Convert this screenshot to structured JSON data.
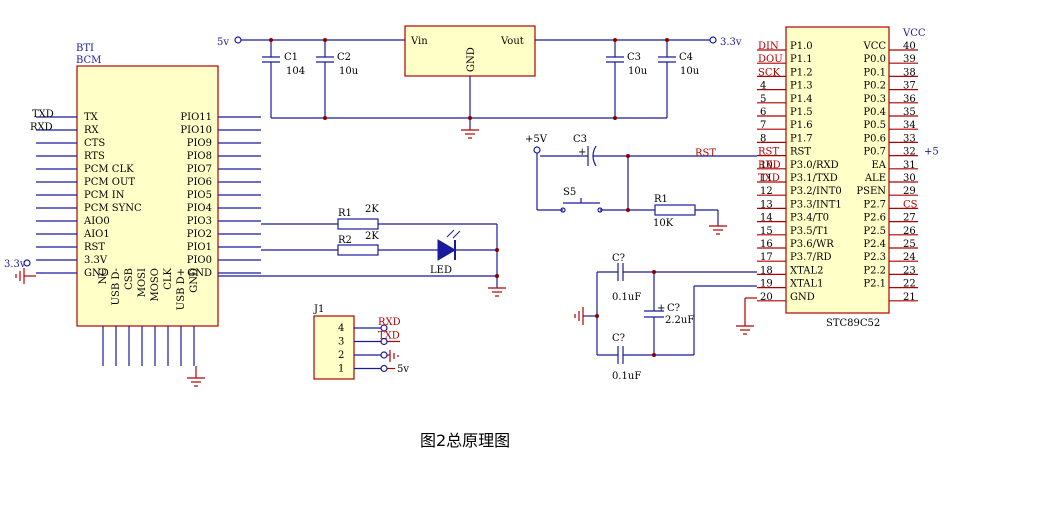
{
  "bt": {
    "ref": "BTI",
    "name": "BCM",
    "left_pins": [
      "TX",
      "RX",
      "CTS",
      "RTS",
      "PCM CLK",
      "PCM OUT",
      "PCM IN",
      "PCM SYNC",
      "AIO0",
      "AIO1",
      "RST",
      "3.3V",
      "GND"
    ],
    "right_pins": [
      "PIO11",
      "PIO10",
      "PIO9",
      "PIO8",
      "PIO7",
      "PIO6",
      "PIO5",
      "PIO4",
      "PIO3",
      "PIO2",
      "PIO1",
      "PIO0",
      "GND"
    ],
    "bottom_pins": [
      "NC",
      "USB D-",
      "CSB",
      "MOSI",
      "MOSO",
      "CLK",
      "USB D+",
      "GND"
    ],
    "ext_txd": "TXD",
    "ext_rxd": "RXD",
    "supply": "3.3v"
  },
  "power": {
    "in_label": "5v",
    "out_label": "3.3v",
    "reg_vin": "Vin",
    "reg_vout": "Vout",
    "reg_gnd": "GND",
    "c1_ref": "C1",
    "c1_val": "104",
    "c2_ref": "C2",
    "c2_val": "10u",
    "c3_ref": "C3",
    "c3_val": "10u",
    "c4_ref": "C4",
    "c4_val": "10u"
  },
  "mcu": {
    "name": "STC89C52",
    "vcc_label": "VCC",
    "left_pins": [
      {
        "ext": "DIN",
        "num": "",
        "name": "P1.0"
      },
      {
        "ext": "DOU",
        "num": "",
        "name": "P1.1"
      },
      {
        "ext": "SCK",
        "num": "",
        "name": "P1.2"
      },
      {
        "ext": "",
        "num": "4",
        "name": "P1.3"
      },
      {
        "ext": "",
        "num": "5",
        "name": "P1.4"
      },
      {
        "ext": "",
        "num": "6",
        "name": "P1.5"
      },
      {
        "ext": "",
        "num": "7",
        "name": "P1.6"
      },
      {
        "ext": "",
        "num": "8",
        "name": "P1.7"
      },
      {
        "ext": "RST",
        "num": "",
        "name": "RST"
      },
      {
        "ext": "RXD",
        "num": "10",
        "name": "P3.0/RXD"
      },
      {
        "ext": "TXD",
        "num": "11",
        "name": "P3.1/TXD"
      },
      {
        "ext": "",
        "num": "12",
        "name": "P3.2/INT0"
      },
      {
        "ext": "",
        "num": "13",
        "name": "P3.3/INT1"
      },
      {
        "ext": "",
        "num": "14",
        "name": "P3.4/T0"
      },
      {
        "ext": "",
        "num": "15",
        "name": "P3.5/T1"
      },
      {
        "ext": "",
        "num": "16",
        "name": "P3.6/WR"
      },
      {
        "ext": "",
        "num": "17",
        "name": "P3.7/RD"
      },
      {
        "ext": "",
        "num": "18",
        "name": "XTAL2"
      },
      {
        "ext": "",
        "num": "19",
        "name": "XTAL1"
      },
      {
        "ext": "",
        "num": "20",
        "name": "GND"
      }
    ],
    "right_pins": [
      {
        "name": "VCC",
        "num": "40",
        "ext": ""
      },
      {
        "name": "P0.0",
        "num": "39",
        "ext": ""
      },
      {
        "name": "P0.1",
        "num": "38",
        "ext": ""
      },
      {
        "name": "P0.2",
        "num": "37",
        "ext": ""
      },
      {
        "name": "P0.3",
        "num": "36",
        "ext": ""
      },
      {
        "name": "P0.4",
        "num": "35",
        "ext": ""
      },
      {
        "name": "P0.5",
        "num": "34",
        "ext": ""
      },
      {
        "name": "P0.6",
        "num": "33",
        "ext": ""
      },
      {
        "name": "P0.7",
        "num": "32",
        "ext": "+5"
      },
      {
        "name": "EA",
        "num": "31",
        "ext": ""
      },
      {
        "name": "ALE",
        "num": "30",
        "ext": ""
      },
      {
        "name": "PSEN",
        "num": "29",
        "ext": ""
      },
      {
        "name": "P2.7",
        "num": "",
        "ext": "CS"
      },
      {
        "name": "P2.6",
        "num": "27",
        "ext": ""
      },
      {
        "name": "P2.5",
        "num": "26",
        "ext": ""
      },
      {
        "name": "P2.4",
        "num": "25",
        "ext": ""
      },
      {
        "name": "P2.3",
        "num": "24",
        "ext": ""
      },
      {
        "name": "P2.2",
        "num": "23",
        "ext": ""
      },
      {
        "name": "P2.1",
        "num": "22",
        "ext": ""
      },
      {
        "name": "",
        "num": "21",
        "ext": ""
      }
    ]
  },
  "reset": {
    "vcc": "+5V",
    "cap_ref": "C3",
    "cap_pol": "+",
    "net": "RST",
    "sw_ref": "S5",
    "r_ref": "R1",
    "r_val": "10K"
  },
  "crystal": {
    "c_top_ref": "C?",
    "c_top_val": "0.1uF",
    "c_mid_ref": "C?",
    "c_mid_pol": "+",
    "c_mid_val": "2.2uF",
    "c_bot_ref": "C?",
    "c_bot_val": "0.1uF"
  },
  "led": {
    "r1_ref": "R1",
    "r1_val": "2K",
    "r2_ref": "R2",
    "r2_val": "2K",
    "led_label": "LED"
  },
  "j1": {
    "ref": "J1",
    "pins": [
      "4",
      "3",
      "2",
      "1"
    ],
    "sig": [
      "RXD",
      "TXD",
      "",
      ""
    ],
    "vcc": "5v"
  },
  "caption": "图2总原理图"
}
